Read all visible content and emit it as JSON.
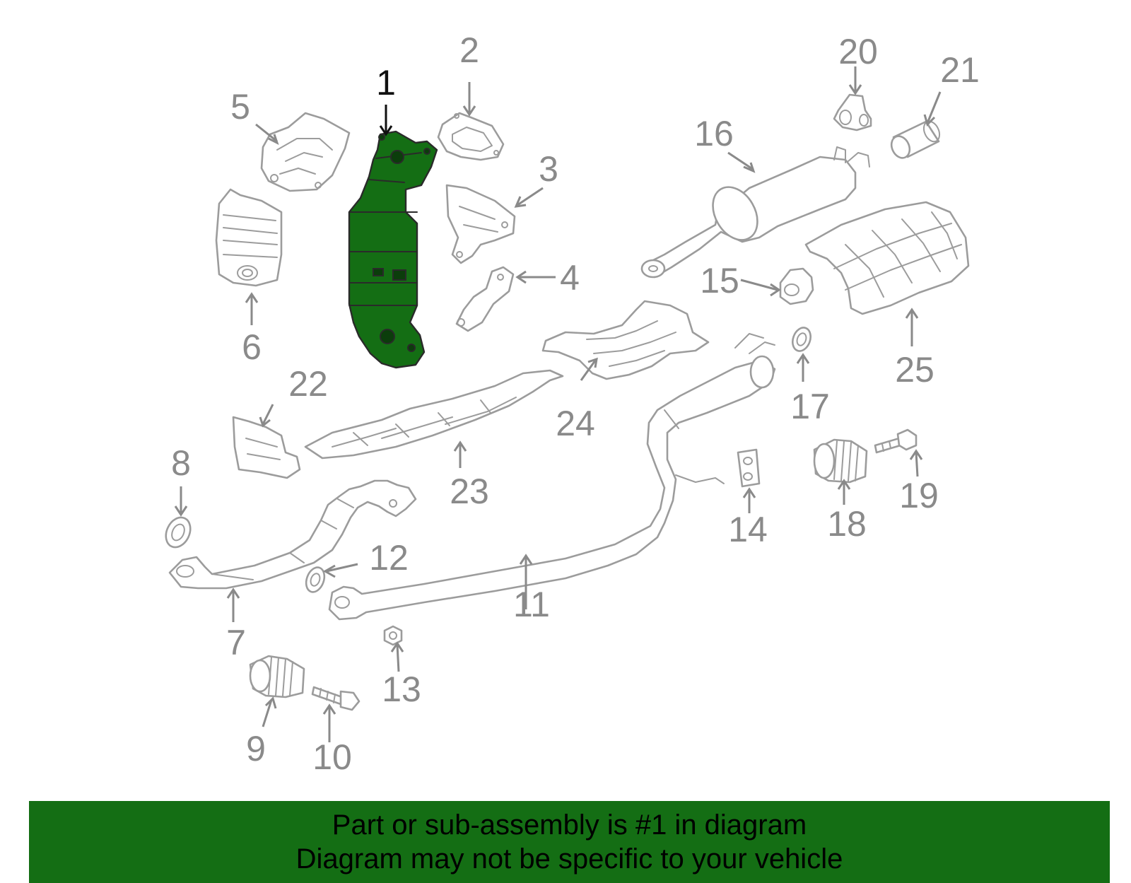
{
  "callouts": {
    "p1": "1",
    "p2": "2",
    "p3": "3",
    "p4": "4",
    "p5": "5",
    "p6": "6",
    "p7": "7",
    "p8": "8",
    "p9": "9",
    "p10": "10",
    "p11": "11",
    "p12": "12",
    "p13": "13",
    "p14": "14",
    "p15": "15",
    "p16": "16",
    "p17": "17",
    "p18": "18",
    "p19": "19",
    "p20": "20",
    "p21": "21",
    "p22": "22",
    "p23": "23",
    "p24": "24",
    "p25": "25"
  },
  "highlighted_part": "1",
  "colors": {
    "highlight": "#146e14",
    "outline": "#9c9c9c",
    "callout_text": "#8a8a8a",
    "selected_callout": "#111111",
    "banner_background": "#146e14"
  },
  "banner": {
    "line1": "Part or sub-assembly is #1 in diagram",
    "line2": "Diagram may not be specific to your vehicle"
  }
}
